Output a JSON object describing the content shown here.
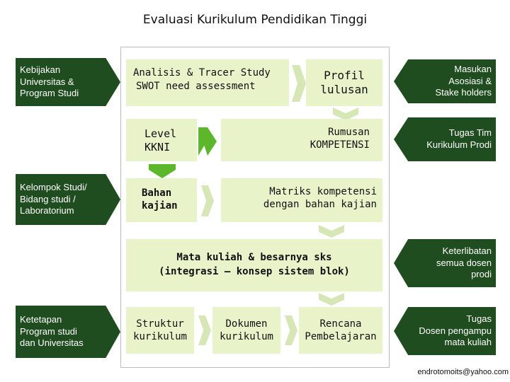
{
  "title": "Evaluasi Kurikulum Pendidikan Tinggi",
  "left_arrows": [
    "Kebijakan\nUniversitas &\nProgram Studi",
    "Kelompok Studi/\nBidang studi /\nLaboratorium",
    "Ketetapan\nProgram studi\ndan Universitas"
  ],
  "right_arrows": [
    "Masukan\nAsosiasi &\nStake holders",
    "Tugas Tim\nKurikulum Prodi",
    "Keterlibatan\nsemua dosen\nprodi",
    "Tugas\nDosen pengampu\nmata kuliah"
  ],
  "boxes": {
    "analisis_line1": "Analisis & Tracer Study",
    "analisis_line2": "SWOT need assessment",
    "profil": "Profil\nlulusan",
    "level": "Level\nKKNI",
    "rumusan_line1": "Rumusan",
    "rumusan_line2": "KOMPETENSI",
    "bahan": "Bahan\nkajian",
    "matriks": "Matriks kompetensi\ndengan bahan kajian",
    "matakuliah_line1": "Mata kuliah & besarnya sks",
    "matakuliah_line2": "(integrasi – konsep sistem blok)",
    "struktur": "Struktur\nkurikulum",
    "dokumen": "Dokumen\nkurikulum",
    "rencana": "Rencana\nPembelajaran"
  },
  "email": "endrotomoits@yahoo.com",
  "colors": {
    "dark_green": "#1f4d1f",
    "light_box": "#e9f3c9",
    "bright_green": "#5cb82a",
    "pale_green": "#d6e6b5"
  }
}
